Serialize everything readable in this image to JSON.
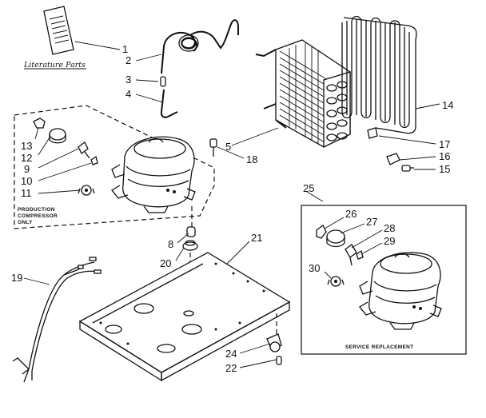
{
  "literature_label": "Literature Parts",
  "production_caption": [
    "PRODUCTION",
    "COMPRESSOR",
    "ONLY"
  ],
  "service_caption": "SERVICE REPLACEMENT",
  "callouts": {
    "c1": "1",
    "c2": "2",
    "c3": "3",
    "c4": "4",
    "c5": "5",
    "c8": "8",
    "c9": "9",
    "c10": "10",
    "c11": "11",
    "c12": "12",
    "c13": "13",
    "c14": "14",
    "c15": "15",
    "c16": "16",
    "c17": "17",
    "c18": "18",
    "c19": "19",
    "c20": "20",
    "c21": "21",
    "c22": "22",
    "c24": "24",
    "c25": "25",
    "c26": "26",
    "c27": "27",
    "c28": "28",
    "c29": "29",
    "c30": "30"
  }
}
